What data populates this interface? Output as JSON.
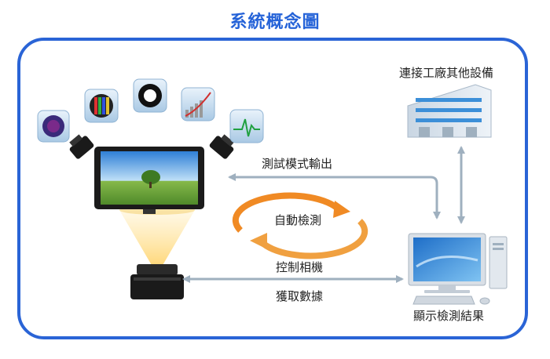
{
  "title": "系統概念圖",
  "labels": {
    "factory": "連接工廠其他設備",
    "test_output": "測試模式輸出",
    "auto_detect": "自動檢測",
    "control_camera": "控制相機",
    "get_data": "獲取數據",
    "display_result": "顯示檢測結果"
  },
  "colors": {
    "accent": "#2a64d6",
    "cycle_arrow": "#f08a24",
    "connector": "#9fb0bf"
  }
}
